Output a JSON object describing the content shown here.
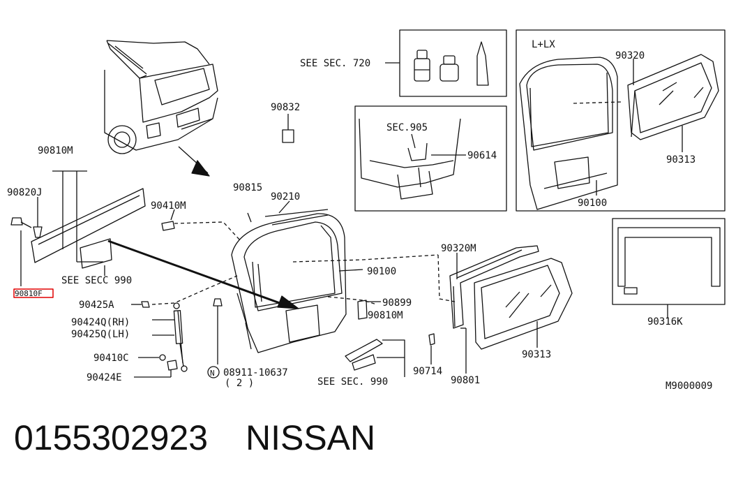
{
  "labels": {
    "see_sec_720": "SEE SEC. 720",
    "l_lx": "L+LX",
    "p90320_top": "90320",
    "p90313_top": "90313",
    "p90100_top": "90100",
    "p90832": "90832",
    "sec905": "SEC.905",
    "p90614": "90614",
    "p90810m_left": "90810M",
    "p90820j": "90820J",
    "p90810f": "90810F",
    "see_secc_990": "SEE SECC 990",
    "p90815": "90815",
    "p90210": "90210",
    "p90410m": "90410M",
    "p90425a": "90425A",
    "p90424q": "90424Q(RH)",
    "p90425q": "90425Q(LH)",
    "p90410c": "90410C",
    "p90424e": "90424E",
    "p90100_main": "90100",
    "p90899": "90899",
    "p90810m_right": "90810M",
    "n_symbol": "N",
    "p08911": "08911-10637",
    "qty2": "( 2 )",
    "see_sec_990_b": "SEE SEC. 990",
    "p90320m": "90320M",
    "p90313_bottom": "90313",
    "p90714": "90714",
    "p90801": "90801",
    "p90316k": "90316K",
    "ref_code": "M9000009"
  },
  "footer": {
    "part_number": "0155302923",
    "brand": "NISSAN"
  },
  "colors": {
    "line": "#111111",
    "highlight": "#e00000",
    "background": "#ffffff"
  }
}
